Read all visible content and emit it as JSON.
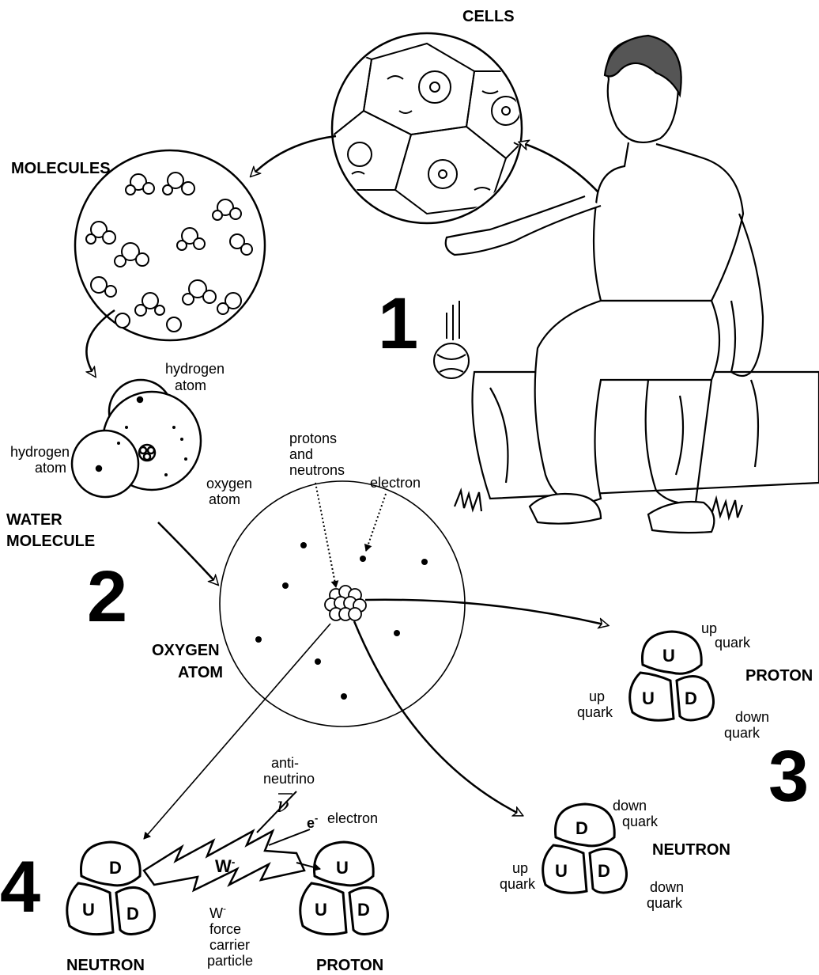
{
  "labels": {
    "cells": "CELLS",
    "molecules": "MOLECULES",
    "hydrogen_atom_top_1": "hydrogen",
    "hydrogen_atom_top_2": "atom",
    "hydrogen_atom_left_1": "hydrogen",
    "hydrogen_atom_left_2": "atom",
    "oxygen_atom_1": "oxygen",
    "oxygen_atom_2": "atom",
    "water_molecule_1": "WATER",
    "water_molecule_2": "MOLECULE",
    "protons_neutrons_1": "protons",
    "protons_neutrons_2": "and",
    "protons_neutrons_3": "neutrons",
    "electron": "electron",
    "oxygen_atom_big_1": "OXYGEN",
    "oxygen_atom_big_2": "ATOM",
    "antineutrino_1": "anti-",
    "antineutrino_2": "neutrino",
    "antineutrino_symbol": "ν",
    "electron_symbol": "e",
    "electron_symbol_sup": "-",
    "electron_small": "electron",
    "w_particle": "W",
    "w_particle_sup": "-",
    "w_desc_1": "W",
    "w_desc_sup": "-",
    "w_desc_2": "force",
    "w_desc_3": "carrier",
    "w_desc_4": "particle",
    "neutron_bottom": "NEUTRON",
    "proton_bottom": "PROTON",
    "proton_right": "PROTON",
    "neutron_right": "NEUTRON",
    "up_quark_1": "up",
    "up_quark_2": "quark",
    "down_quark_1": "down",
    "down_quark_2": "quark",
    "quark_u": "U",
    "quark_d": "D"
  },
  "steps": [
    "1",
    "2",
    "3",
    "4"
  ]
}
